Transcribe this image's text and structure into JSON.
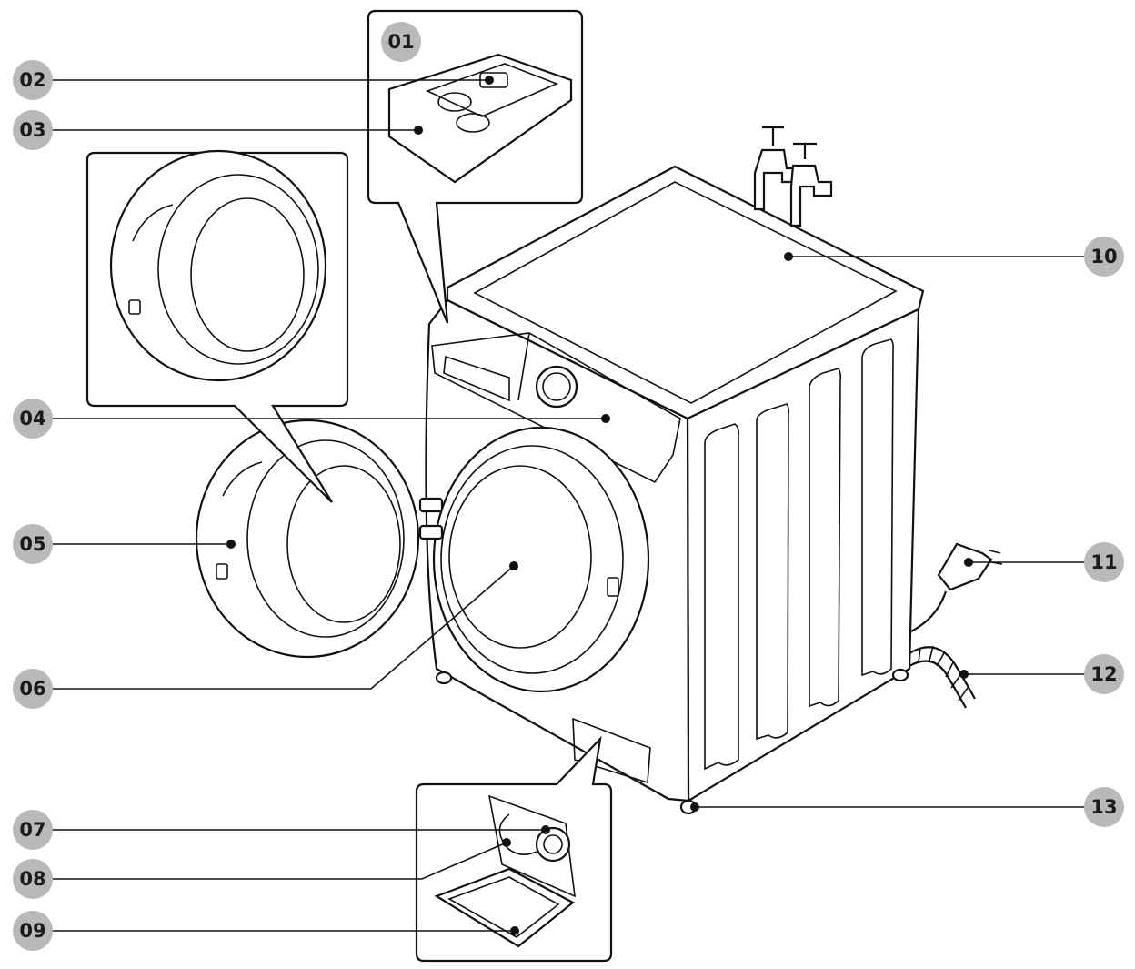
{
  "callouts": [
    {
      "id": "01"
    },
    {
      "id": "02"
    },
    {
      "id": "03"
    },
    {
      "id": "04"
    },
    {
      "id": "05"
    },
    {
      "id": "06"
    },
    {
      "id": "07"
    },
    {
      "id": "08"
    },
    {
      "id": "09"
    },
    {
      "id": "10"
    },
    {
      "id": "11"
    },
    {
      "id": "12"
    },
    {
      "id": "13"
    }
  ],
  "colors": {
    "badge": "#b9b9b9",
    "line": "#111111",
    "background": "#ffffff"
  }
}
